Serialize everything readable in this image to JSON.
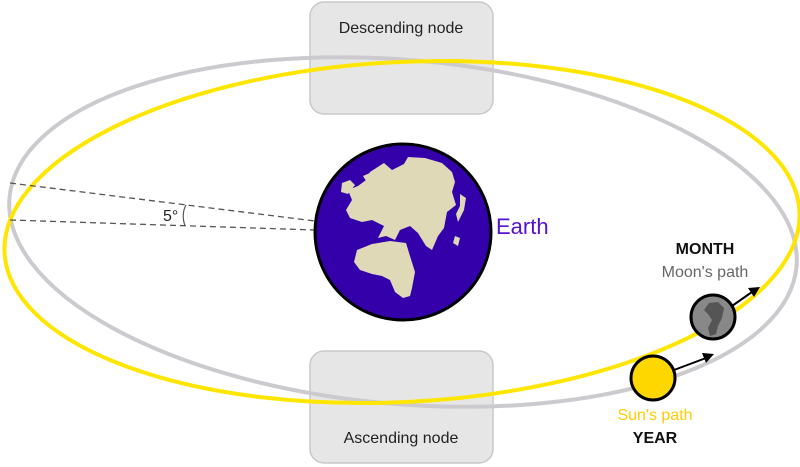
{
  "diagram": {
    "nodes": {
      "descending": "Descending node",
      "ascending": "Ascending node"
    },
    "earth_label": "Earth",
    "angle_label": "5°",
    "moon": {
      "period": "MONTH",
      "path": "Moon's path"
    },
    "sun": {
      "path": "Sun's path",
      "period": "YEAR"
    },
    "colors": {
      "sun_orbit": "#FFE600",
      "moon_orbit": "#CCCACE",
      "earth_ocean": "#3300AA",
      "earth_land": "#E0D9B8",
      "earth_label": "#5511CC",
      "sun_fill": "#FFD700",
      "sun_label": "#FFCC00",
      "moon_fill": "#888888",
      "moon_spot": "#555555",
      "moon_label": "#666666",
      "node_box": "#E6E6E6",
      "node_border": "#C8C8C8"
    }
  }
}
